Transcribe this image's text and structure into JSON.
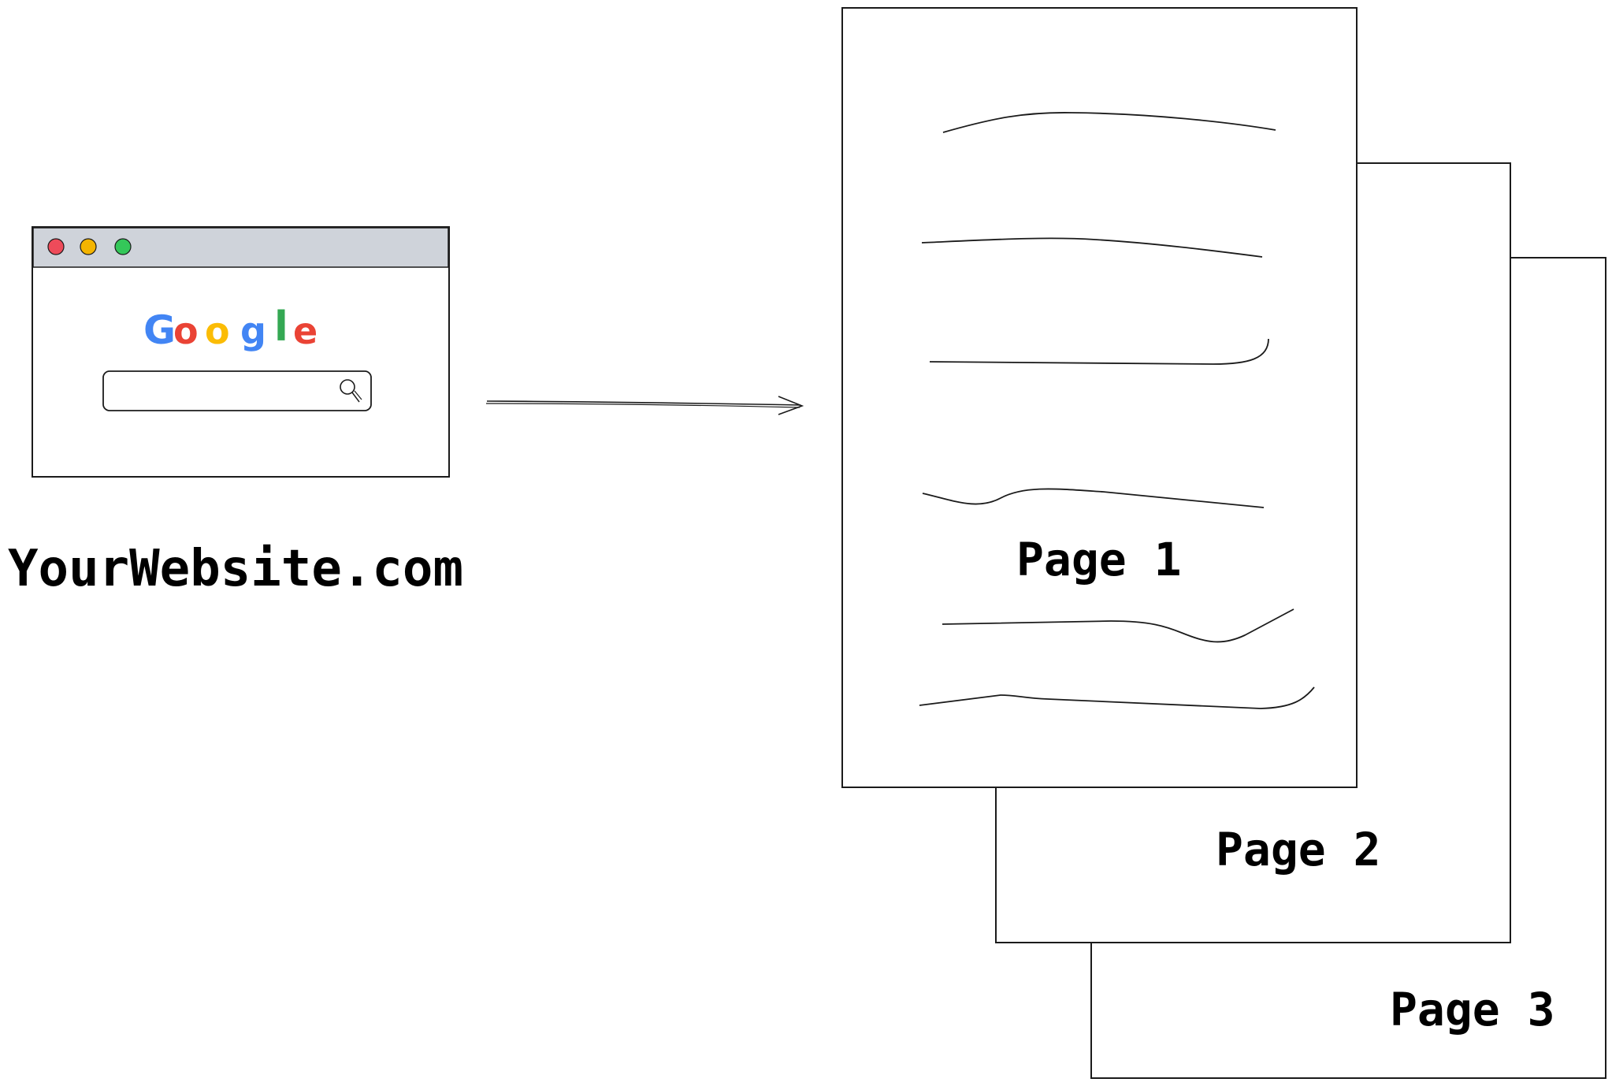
{
  "site_label": "YourWebsite.com",
  "browser": {
    "logo_letters": [
      {
        "char": "G",
        "color": "#4285f4"
      },
      {
        "char": "o",
        "color": "#ea4335"
      },
      {
        "char": "o",
        "color": "#fbbc05"
      },
      {
        "char": "g",
        "color": "#4285f4"
      },
      {
        "char": "l",
        "color": "#34a853"
      },
      {
        "char": "e",
        "color": "#ea4335"
      }
    ],
    "traffic_lights": [
      "#ee4b5a",
      "#f4b400",
      "#34c759"
    ],
    "titlebar_color": "#cfd3da"
  },
  "pages": [
    {
      "label": "Page 1"
    },
    {
      "label": "Page 2"
    },
    {
      "label": "Page 3"
    }
  ],
  "stroke_color": "#1b1b1b"
}
